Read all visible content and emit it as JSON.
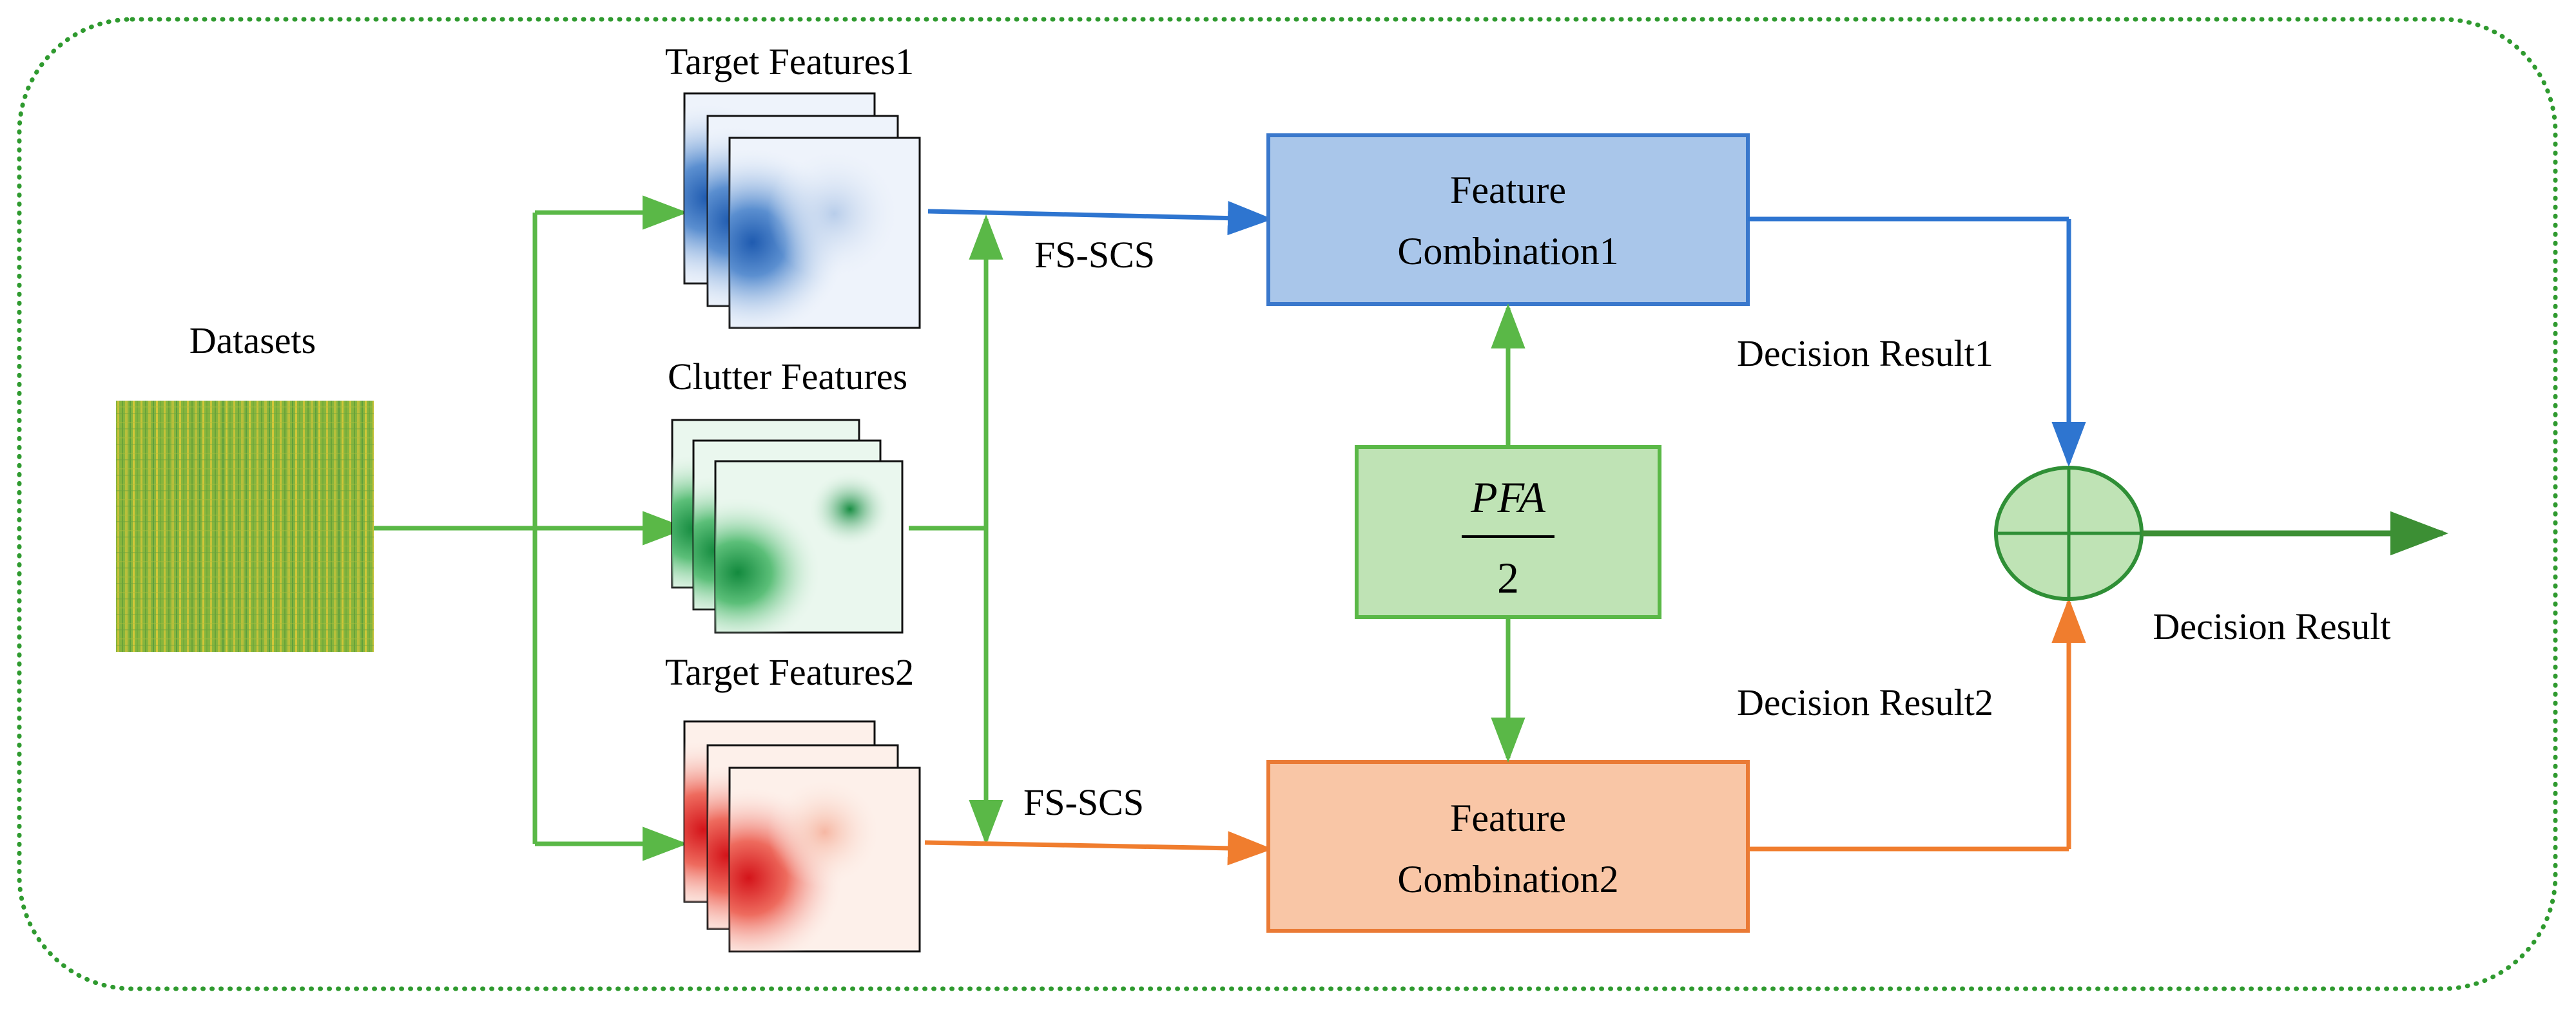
{
  "labels": {
    "datasets": "Datasets",
    "target_features_1": "Target Features1",
    "clutter_features": "Clutter Features",
    "target_features_2": "Target Features2",
    "fs_scs_top": "FS-SCS",
    "fs_scs_bottom": "FS-SCS",
    "decision_result_1": "Decision Result1",
    "decision_result_2": "Decision Result2",
    "decision_result": "Decision Result"
  },
  "boxes": {
    "feature_combination_1": {
      "line1": "Feature",
      "line2": "Combination1"
    },
    "feature_combination_2": {
      "line1": "Feature",
      "line2": "Combination2"
    },
    "pfa": {
      "numerator": "PFA",
      "denominator": "2"
    }
  },
  "colors": {
    "frame_dotted": "#2f9a2f",
    "green_arrow": "#5ab847",
    "blue_arrow": "#2e75d0",
    "orange_arrow": "#f07d2e",
    "combination1_fill": "#a9c6ea",
    "combination1_stroke": "#3a78cc",
    "combination2_fill": "#f9c6a6",
    "combination2_stroke": "#ea7a35",
    "pfa_fill": "#bfe3b5",
    "pfa_stroke": "#5ab847",
    "fusion_fill": "#bfe3b5",
    "output_arrow": "#3c8f34",
    "dataset_green": "#6fae3a",
    "dataset_yellow": "#c9c23a"
  },
  "icons": [
    "dataset-image",
    "heatmap-stack-blue",
    "heatmap-stack-green",
    "heatmap-stack-red",
    "fusion-circle-plus-icon",
    "arrow-icon"
  ]
}
